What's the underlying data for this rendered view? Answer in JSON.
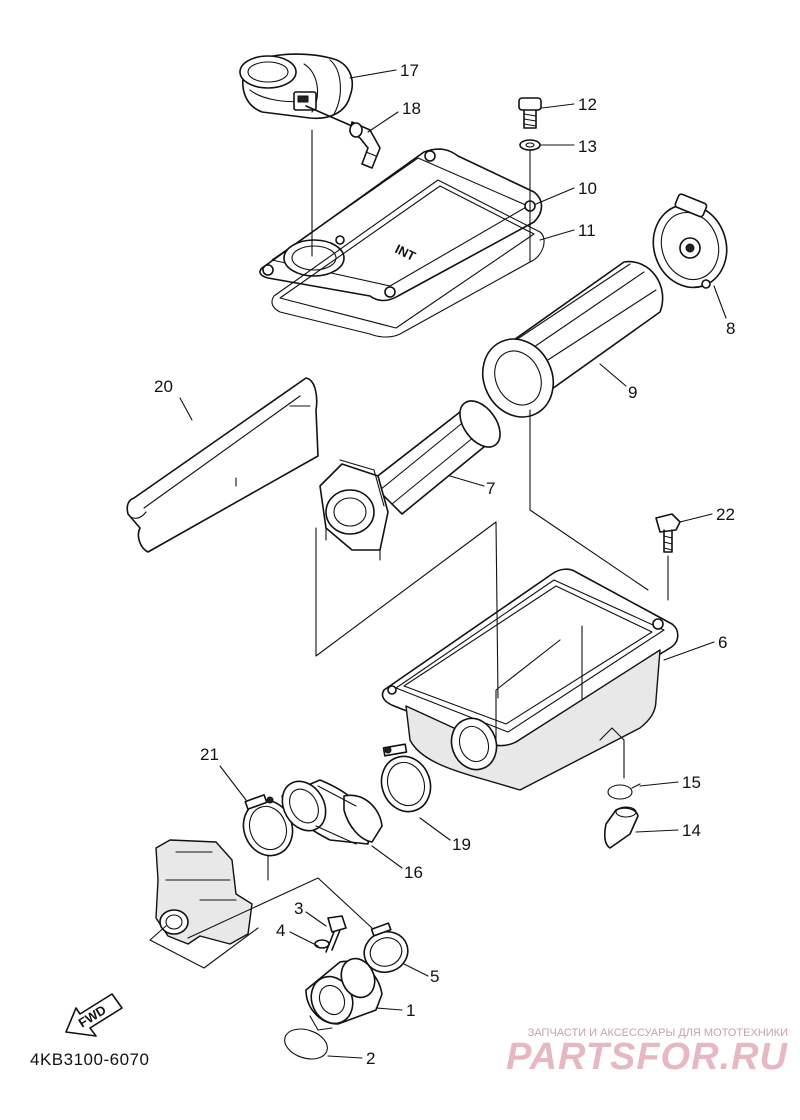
{
  "diagram": {
    "callouts": {
      "p1": "1",
      "p2": "2",
      "p3": "3",
      "p4": "4",
      "p5": "5",
      "p6": "6",
      "p7": "7",
      "p8": "8",
      "p9": "9",
      "p10": "10",
      "p11": "11",
      "p12": "12",
      "p13": "13",
      "p14": "14",
      "p15": "15",
      "p16": "16",
      "p17": "17",
      "p18": "18",
      "p19": "19",
      "p20": "20",
      "p21": "21",
      "p22": "22"
    },
    "cover_marking": "INT",
    "direction_arrow_label": "FWD",
    "diagram_code": "4KB3100-6070"
  },
  "watermark": {
    "tagline": "ЗАПЧАСТИ И АКСЕССУАРЫ ДЛЯ МОТОТЕХНИКИ",
    "logo_text": "PARTSFOR.RU",
    "color": "#e6b8c0"
  },
  "colors": {
    "line": "#111111",
    "background": "#ffffff"
  }
}
